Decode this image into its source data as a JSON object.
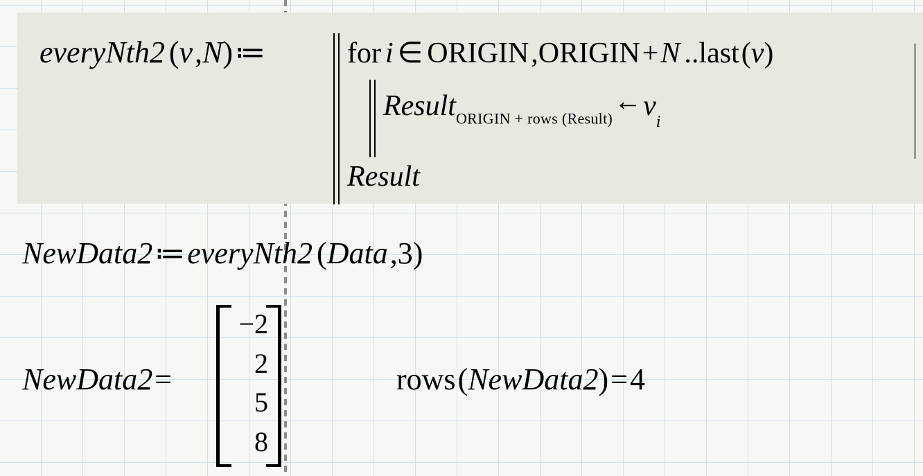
{
  "document": {
    "app": "Mathcad worksheet",
    "background_color": "#f7f8f5",
    "grid_color": "#cfe0f2",
    "highlight_color": "#e9e8e0",
    "page_break_color": "#8c8c88"
  },
  "definition_region": {
    "name": "everyNth2",
    "args": "(v ,N)",
    "func_label": "everyNth2",
    "arg_open": "(",
    "arg_v": "v",
    "arg_comma": ",",
    "arg_N": "N",
    "arg_close": ")",
    "assign_operator": "≔",
    "for_keyword": "for",
    "for_index": "i",
    "membership_operator": "∈",
    "range_start": "ORIGIN",
    "range_comma": ",",
    "range_second": "ORIGIN",
    "range_plus": "+",
    "range_step": "N",
    "range_dots": "..",
    "range_end_fn": "last",
    "range_end_open": "(",
    "range_end_arg": "v",
    "range_end_close": ")",
    "body_var": "Result",
    "body_subscript": "ORIGIN + rows (Result)",
    "body_arrow": "←",
    "body_source": "v",
    "body_source_index": "i",
    "return_var": "Result"
  },
  "assignment_region": {
    "lhs": "NewData2",
    "operator": "≔",
    "rhs_fn": "everyNth2",
    "rhs_open": "(",
    "rhs_arg1": "Data",
    "rhs_comma": ",",
    "rhs_arg2": "3",
    "rhs_close": ")"
  },
  "result_region": {
    "lhs": "NewData2",
    "operator": "=",
    "matrix": [
      "−2",
      "2",
      "5",
      "8"
    ]
  },
  "rows_region": {
    "fn": "rows",
    "open": "(",
    "arg": "NewData2",
    "close": ")",
    "operator": "=",
    "value": "4"
  }
}
